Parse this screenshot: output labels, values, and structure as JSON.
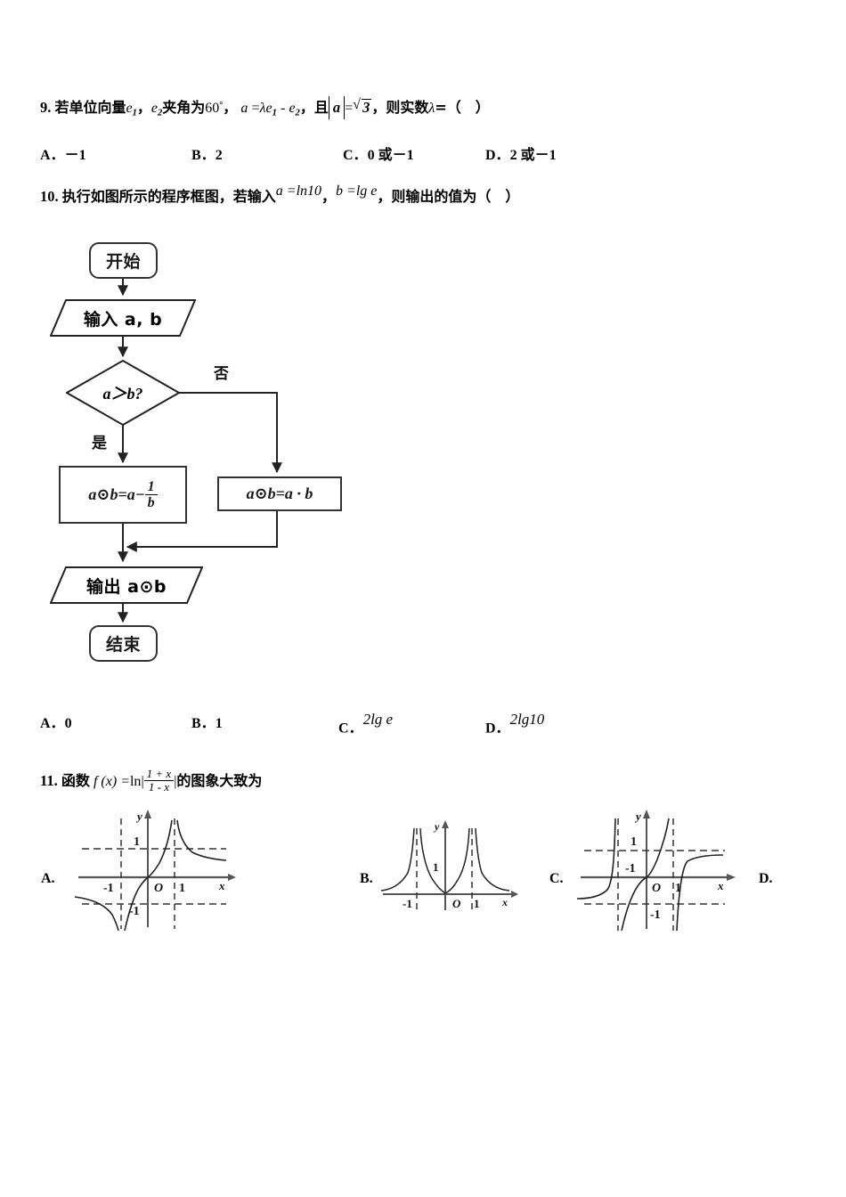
{
  "document": {
    "type": "math-exam-page",
    "language": "zh-CN"
  },
  "questions": [
    {
      "number": "9.",
      "stem_parts": {
        "p1": "若单位向量",
        "e1": "e",
        "e1_sub": "1",
        "comma1": "，",
        "e2": "e",
        "e2_sub": "2",
        "p2": "夹角为",
        "angle": "60",
        "angle_unit": "°",
        "comma2": "，",
        "vec_a": "a",
        "eq": "=",
        "lambda": "λ",
        "e1b": "e",
        "e1b_sub": "1",
        "minus": "-",
        "e2b": "e",
        "e2b_sub": "2",
        "comma3": "，",
        "p3": "且",
        "abs_a": "a",
        "eq2": "=",
        "sqrt_val": "3",
        "comma4": "，",
        "p4": "则实数",
        "lambda2": "λ",
        "eq3": "=（　）"
      },
      "options": [
        {
          "label": "A．",
          "text": "－1"
        },
        {
          "label": "B．",
          "text": "2"
        },
        {
          "label": "C．",
          "text": "0 或－1"
        },
        {
          "label": "D．",
          "text": "2 或－1"
        }
      ]
    },
    {
      "number": "10.",
      "stem_parts": {
        "p1": "执行如图所示的程序框图，若输入",
        "input_a": "a =ln10",
        "comma1": "，",
        "input_b": "b =lg e",
        "comma2": "，",
        "p2": "则输出的值为（　）"
      },
      "options": [
        {
          "label": "A．",
          "text": "0"
        },
        {
          "label": "B．",
          "text": "1"
        },
        {
          "label": "C．",
          "text": "2lg e"
        },
        {
          "label": "D．",
          "text": "2lg10"
        }
      ],
      "flowchart": {
        "nodes": [
          {
            "id": "start",
            "shape": "stadium",
            "label": "开始"
          },
          {
            "id": "input",
            "shape": "parallelogram",
            "label": "输入 a, b"
          },
          {
            "id": "cond",
            "shape": "diamond",
            "label": "a＞b?"
          },
          {
            "id": "yes_branch",
            "shape": "rect",
            "label": "a⊙b=a−1/b"
          },
          {
            "id": "no_branch",
            "shape": "rect",
            "label": "a⊙b=a·b"
          },
          {
            "id": "output",
            "shape": "parallelogram",
            "label": "输出 a⊙b"
          },
          {
            "id": "end",
            "shape": "stadium",
            "label": "结束"
          }
        ],
        "edge_labels": {
          "yes": "是",
          "no": "否"
        },
        "yes_branch_expr": {
          "lhs": "a⊙b=a−",
          "frac_num": "1",
          "frac_den": "b"
        },
        "no_branch_expr": "a⊙b=a · b",
        "input_expr": "输入 a, b",
        "output_expr": "输出 a⊙b",
        "cond_expr": "a＞b?"
      }
    },
    {
      "number": "11.",
      "stem_parts": {
        "p1": "函数",
        "fx": "f (x) =",
        "ln": "ln",
        "bar": "|",
        "frac_num": "1 + x",
        "frac_den": "1 - x",
        "bar2": "|",
        "p2": "的图象大致为"
      },
      "options": [
        {
          "label": "A.",
          "graph": {
            "kind": "odd-increasing",
            "x_label": "x",
            "y_label": "y",
            "origin_label": "O",
            "tick_labels": [
              "-1",
              "1",
              "1",
              "-1"
            ],
            "asymptotes_x": [
              "-1",
              "1"
            ],
            "dashed_y": [
              "1",
              "-1"
            ]
          }
        },
        {
          "label": "B.",
          "graph": {
            "kind": "even-upward",
            "x_label": "x",
            "y_label": "y",
            "origin_label": "O",
            "tick_labels": [
              "-1",
              "1",
              "1"
            ],
            "asymptotes_x": [
              "-1",
              "1"
            ],
            "dashed_y": []
          }
        },
        {
          "label": "C.",
          "graph": {
            "kind": "odd-steep",
            "x_label": "x",
            "y_label": "y",
            "origin_label": "O",
            "tick_labels": [
              "1",
              "-1",
              "1",
              "-1"
            ],
            "asymptotes_x": [
              "-1",
              "1"
            ],
            "dashed_y": [
              "1",
              "-1"
            ]
          }
        },
        {
          "label": "D.",
          "graph": null
        }
      ]
    }
  ]
}
